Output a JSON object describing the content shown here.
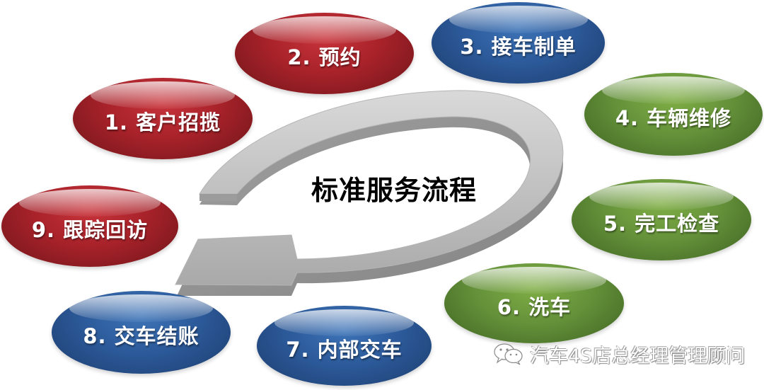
{
  "diagram": {
    "title": "标准服务流程",
    "type": "cycle",
    "colors": {
      "red": "#a8222a",
      "blue": "#2c5a9a",
      "green": "#65923a",
      "arrow": "#c4c4c4",
      "title": "#000000"
    },
    "steps": [
      {
        "label": "1. 客户招揽",
        "color": "red"
      },
      {
        "label": "2. 预约",
        "color": "red"
      },
      {
        "label": "3. 接车制单",
        "color": "blue"
      },
      {
        "label": "4. 车辆维修",
        "color": "green"
      },
      {
        "label": "5. 完工检查",
        "color": "green"
      },
      {
        "label": "6. 洗车",
        "color": "green"
      },
      {
        "label": "7. 内部交车",
        "color": "blue"
      },
      {
        "label": "8. 交车结账",
        "color": "blue"
      },
      {
        "label": "9. 跟踪回访",
        "color": "red"
      }
    ]
  },
  "watermark": {
    "icon": "wechat-icon",
    "text": "汽车4S店总经理管理顾问"
  }
}
